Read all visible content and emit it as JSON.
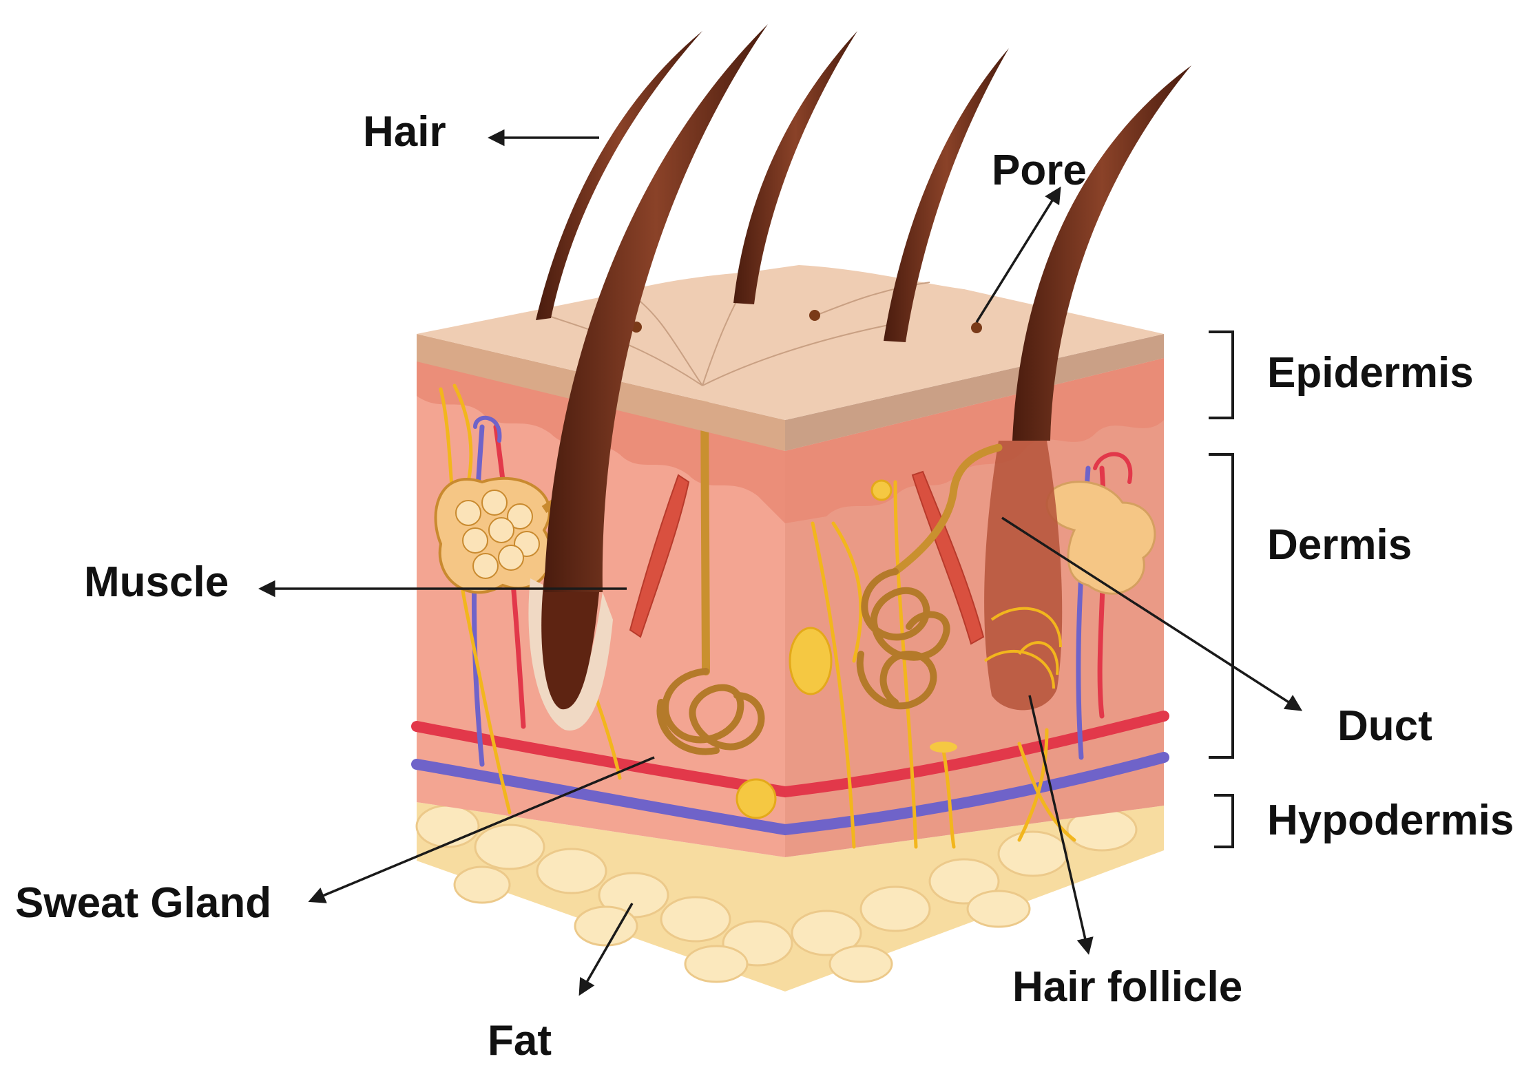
{
  "labels": {
    "hair": "Hair",
    "pore": "Pore",
    "epidermis": "Epidermis",
    "dermis": "Dermis",
    "hypodermis": "Hypodermis",
    "muscle": "Muscle",
    "duct": "Duct",
    "sweat_gland": "Sweat Gland",
    "fat": "Fat",
    "hair_follicle": "Hair follicle"
  },
  "colors": {
    "hair": "#6b2e1a",
    "epidermis_top": "#e9c3a6",
    "epidermis_side": "#d9a988",
    "dermis_front": "#f2a08f",
    "dermis_right": "#e48c78",
    "dermis_band": "#e67a64",
    "hypodermis": "#f7dca0",
    "artery": "#e2384a",
    "vein": "#6f63c9",
    "nerve": "#f2b61d",
    "gland": "#b47a2a",
    "muscle": "#d9503f"
  }
}
